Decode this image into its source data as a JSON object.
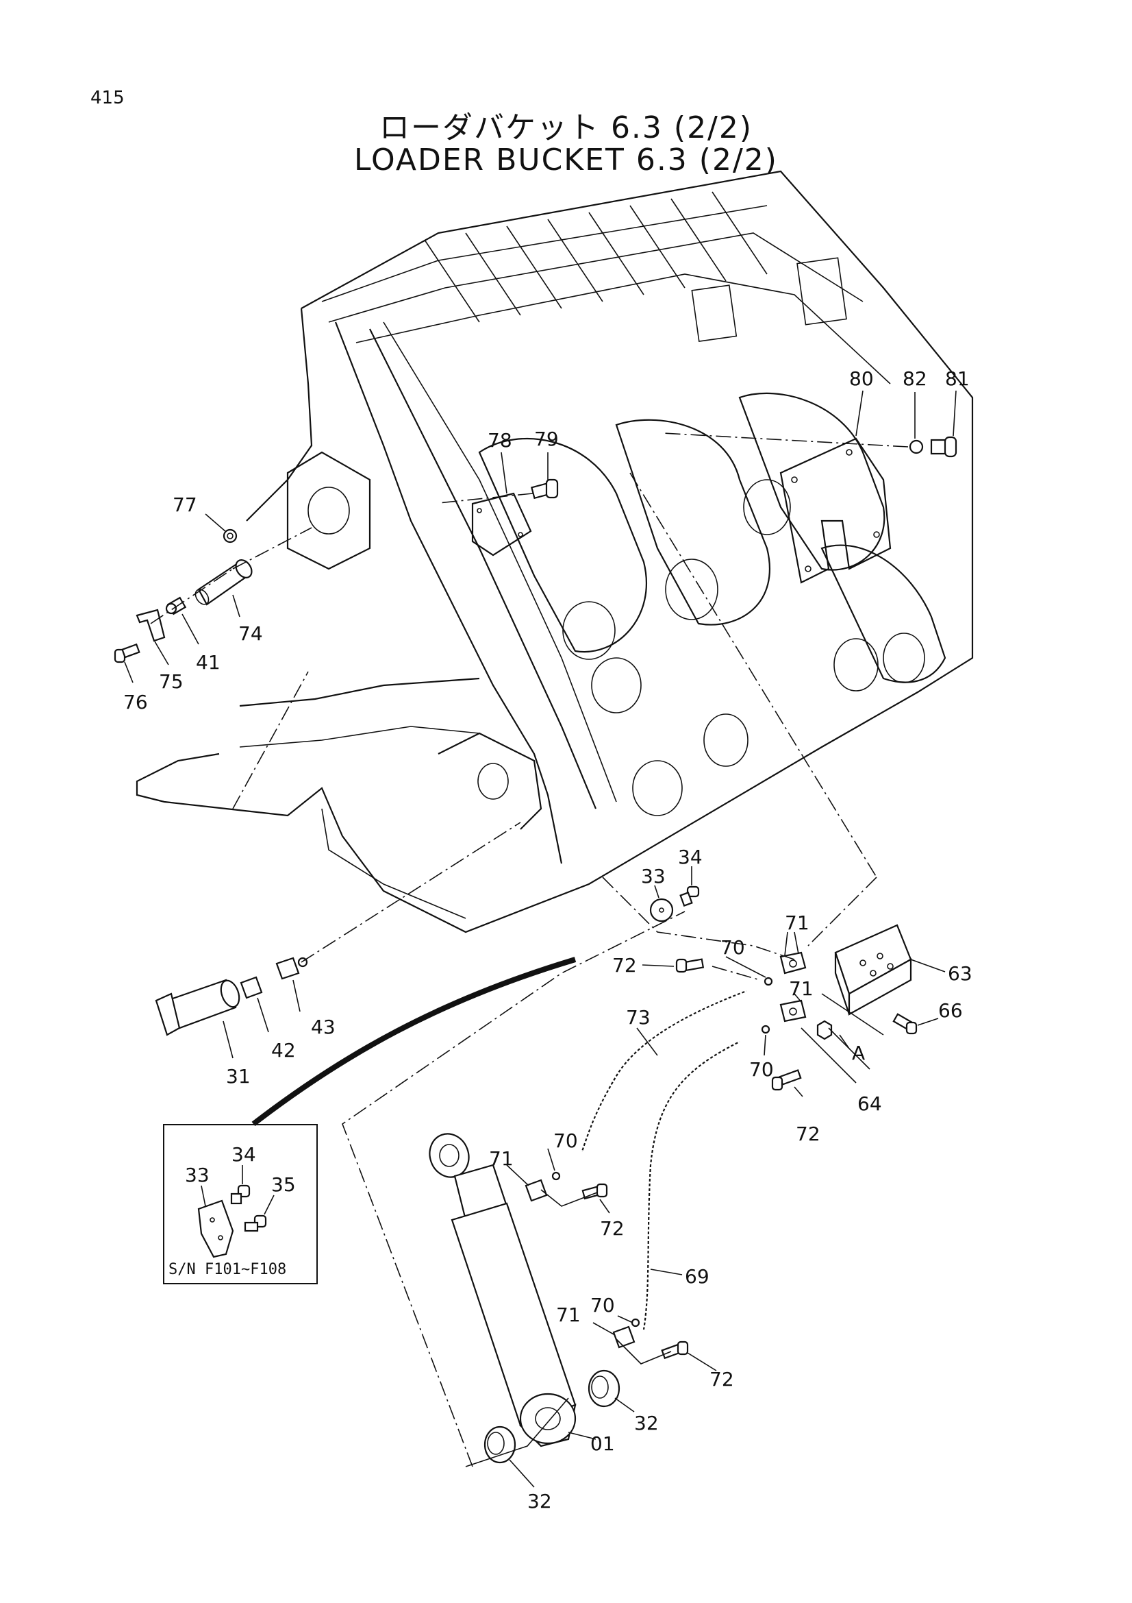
{
  "page": {
    "number": "415",
    "title_ja": "ローダバケット 6.3 (2/2)",
    "title_en": "LOADER BUCKET 6.3 (2/2)"
  },
  "inset": {
    "caption": "S/N F101~F108",
    "callouts": [
      "34",
      "33",
      "35"
    ]
  },
  "callouts": {
    "c80": "80",
    "c82": "82",
    "c81": "81",
    "c78": "78",
    "c79": "79",
    "c77": "77",
    "c74": "74",
    "c41": "41",
    "c75": "75",
    "c76": "76",
    "c34": "34",
    "c33": "33",
    "c71a": "71",
    "c72a": "72",
    "c70a": "70",
    "c63": "63",
    "c71b": "71",
    "c66": "66",
    "c73": "73",
    "cA": "A",
    "c70b": "70",
    "c64": "64",
    "c72b": "72",
    "c43": "43",
    "c42": "42",
    "c31": "31",
    "c70c": "70",
    "c71c": "71",
    "c72c": "72",
    "c69": "69",
    "c70d": "70",
    "c71d": "71",
    "c72d": "72",
    "c32a": "32",
    "c01": "01",
    "c32b": "32"
  }
}
